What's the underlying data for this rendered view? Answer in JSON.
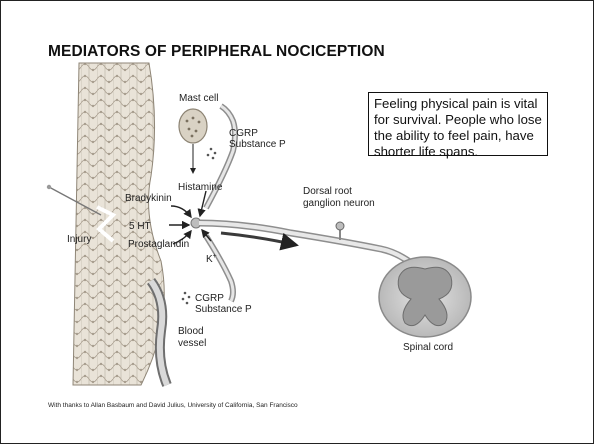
{
  "slide": {
    "title": "MEDIATORS OF PERIPHERAL NOCICEPTION",
    "note": "Feeling physical pain is vital for survival. People who lose the ability to feel pain, have shorter life spans.",
    "credit": "With thanks to Allan Basbaum and David Julius, University of California, San Francisco"
  },
  "diagram": {
    "labels": {
      "mast_cell": "Mast cell",
      "cgrp_top": "CGRP",
      "substance_p_top": "Substance P",
      "histamine": "Histamine",
      "bradykinin": "Bradykinin",
      "five_ht": "5 HT",
      "injury": "Injury",
      "prostaglandin": "Prostaglandin",
      "k_plus": "K",
      "k_plus_sup": "+",
      "cgrp_bottom": "CGRP",
      "substance_p_bottom": "Substance P",
      "blood": "Blood",
      "vessel": "vessel",
      "dorsal_root": "Dorsal root",
      "ganglion_neuron": "ganglion neuron",
      "spinal_cord": "Spinal cord"
    }
  }
}
